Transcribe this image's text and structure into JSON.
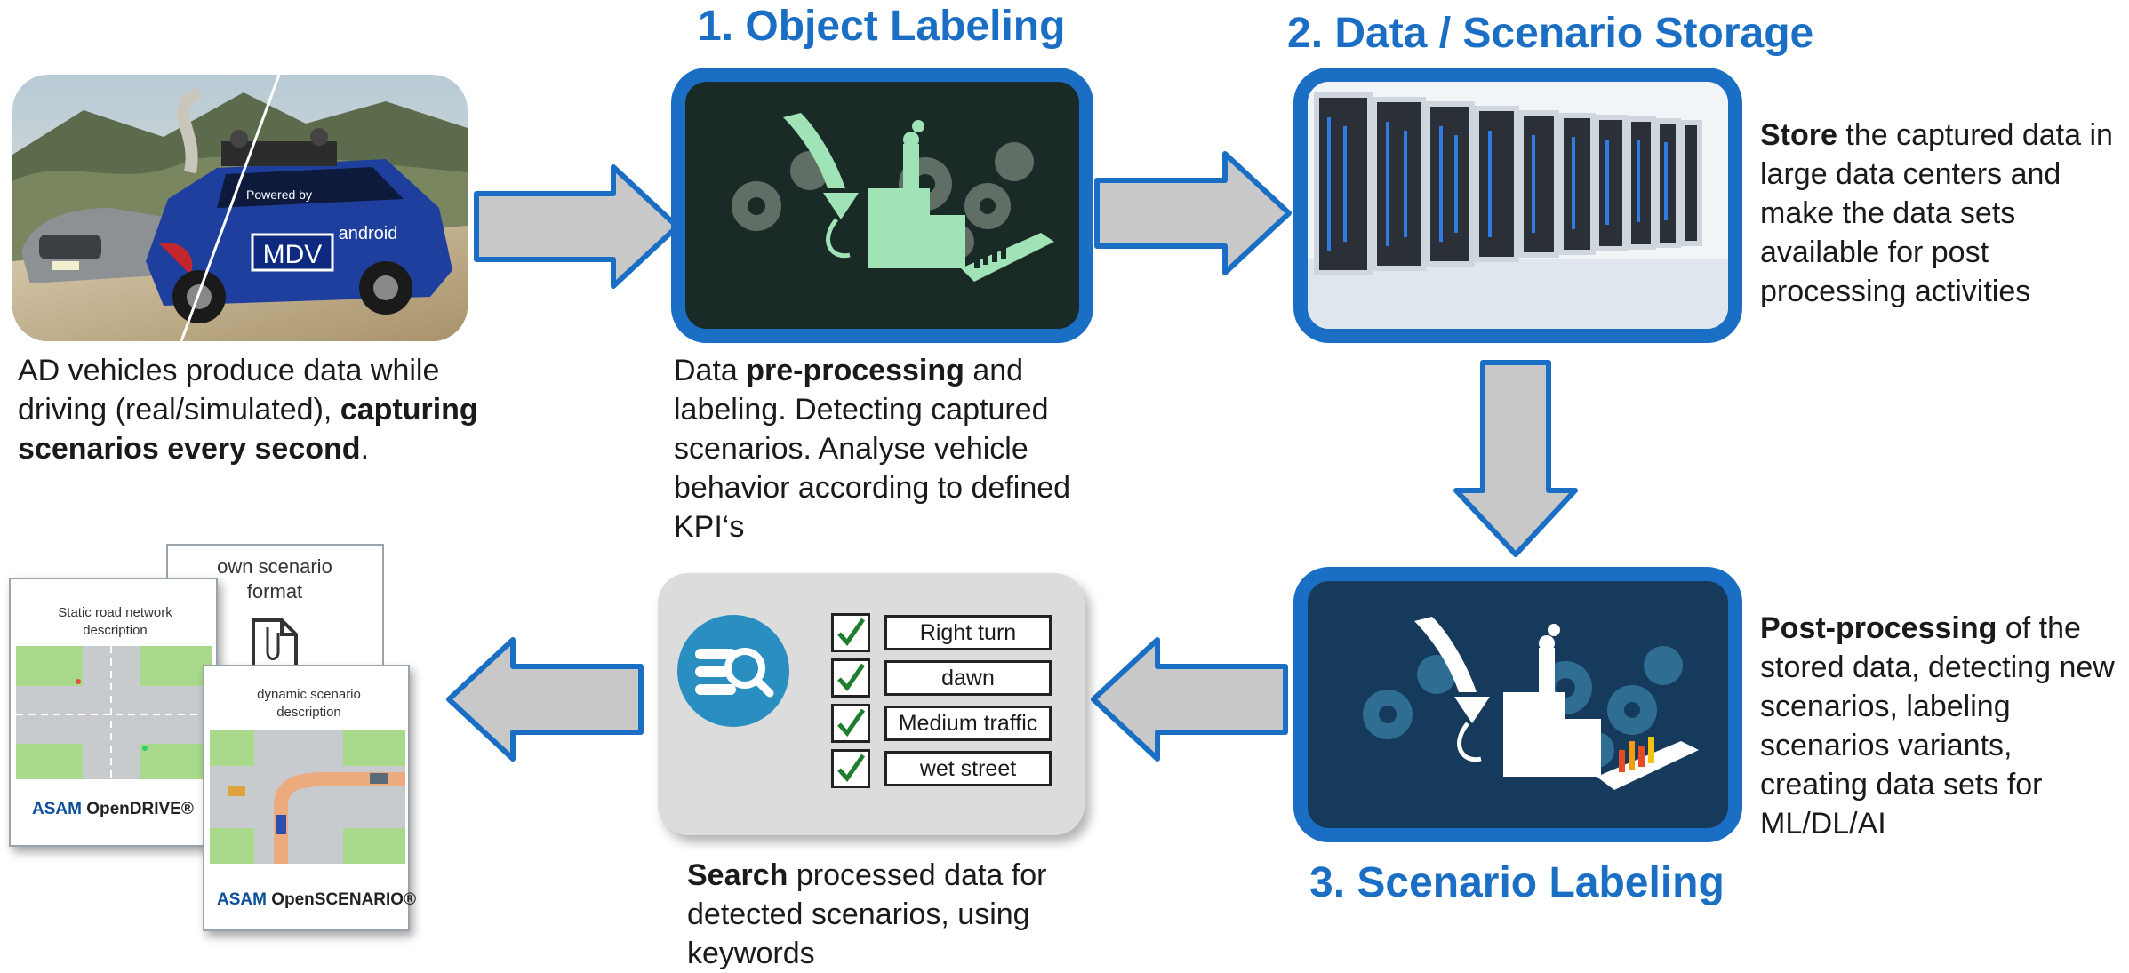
{
  "stages": {
    "labeling": {
      "title": "1. Object Labeling",
      "desc_parts": [
        "Data ",
        "pre-processing",
        " and labeling. Detecting captured scenarios. Analyse vehicle behavior according to defined KPI‘s"
      ]
    },
    "storage": {
      "title": "2. Data / Scenario Storage",
      "desc_parts": [
        "Store",
        " the captured data in large data centers and make the data sets available for post processing activities"
      ]
    },
    "scenario_labeling": {
      "title": "3. Scenario Labeling",
      "desc_parts": [
        "Post-processing",
        " of the stored data, detecting new scenarios, labeling scenarios variants, creating data sets for ML/DL/AI"
      ]
    }
  },
  "vehicle": {
    "desc_parts": [
      "AD vehicles produce data while driving (real/simulated), ",
      "capturing scenarios every second",
      "."
    ],
    "car_text": {
      "brand": "MDV",
      "android": "android",
      "powered": "Powered by"
    }
  },
  "search": {
    "desc_parts": [
      "Search",
      " processed data for detected scenarios, using keywords"
    ],
    "keywords": [
      "Right turn",
      "dawn",
      "Medium traffic",
      "wet street"
    ]
  },
  "formats": {
    "own": "own scenario format",
    "static_title": "Static road network description",
    "dynamic_title": "dynamic scenario description",
    "opendrive_brand": "ASAM",
    "opendrive_name": "OpenDRIVE®",
    "openscenario_brand": "ASAM",
    "openscenario_name": "OpenSCENARIO®"
  },
  "colors": {
    "accent": "#1a6fc4",
    "arrow_fill": "#c8c8c8",
    "arrow_stroke": "#1a6fc4",
    "check": "#1e7d2e"
  }
}
